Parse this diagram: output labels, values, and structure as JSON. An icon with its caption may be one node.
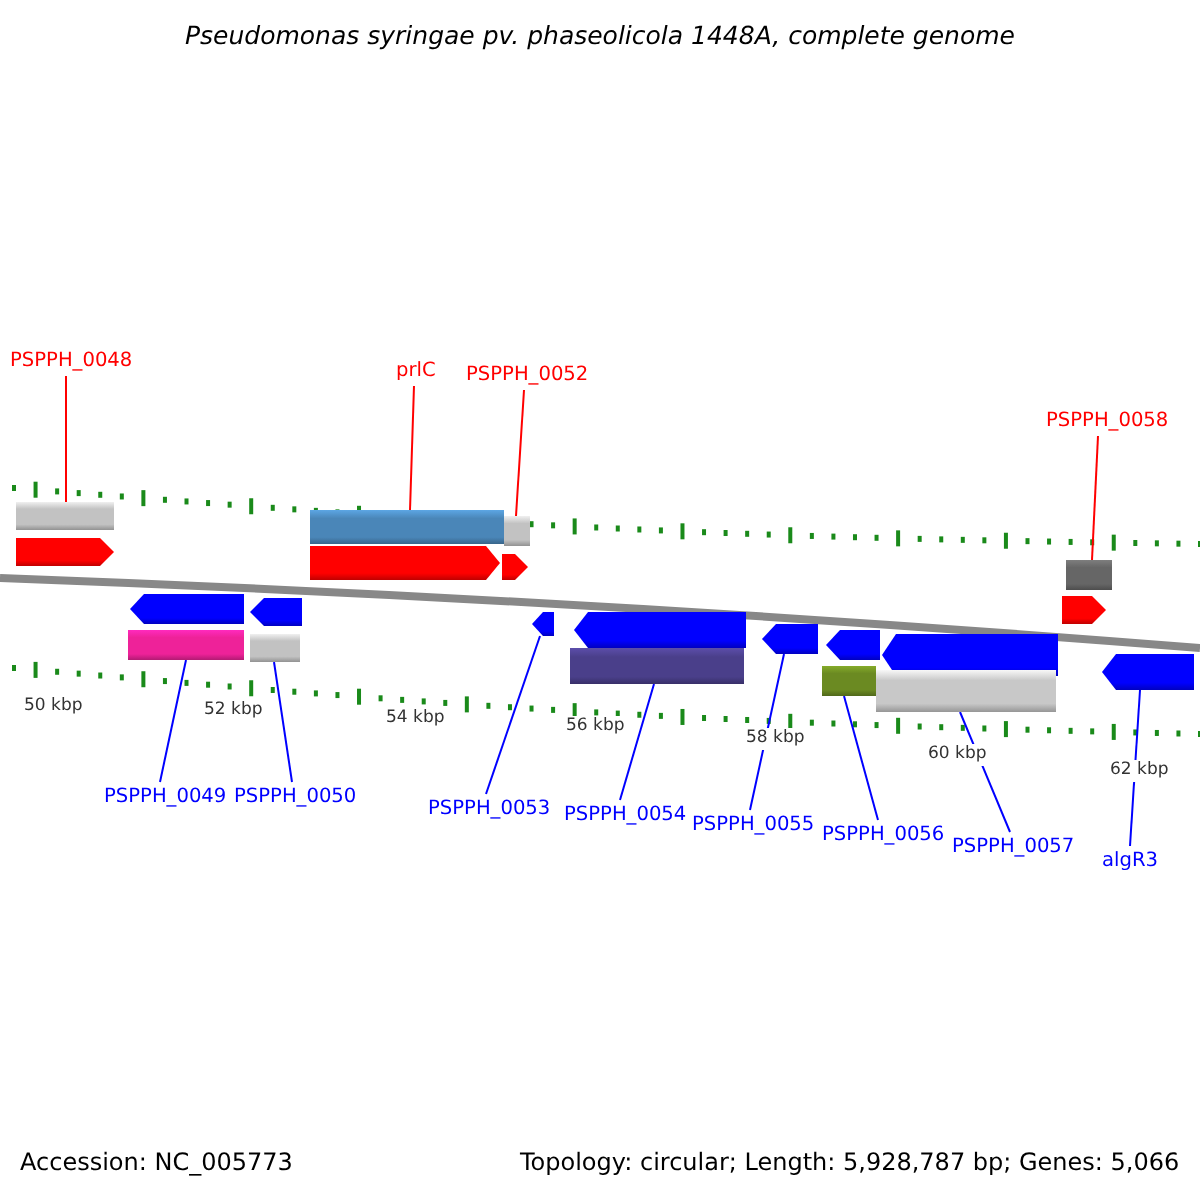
{
  "diagram": {
    "title": "Pseudomonas syringae pv. phaseolicola 1448A, complete genome",
    "nodes": [
      {
        "text": [
          "PSPPH_0048"
        ]
      },
      {
        "text": [
          "prlC"
        ]
      },
      {
        "text": [
          "PSPPH_0052"
        ]
      },
      {
        "text": [
          "PSPPH_0058"
        ]
      },
      {
        "text": [],
        "shape": "bar"
      },
      {
        "text": [],
        "shape": "bar"
      },
      {
        "text": [],
        "shape": "bar"
      },
      {
        "text": [],
        "shape": "bar"
      },
      {
        "text": [],
        "shape": "bar"
      },
      {
        "text": [],
        "shape": "bar"
      },
      {
        "text": [],
        "shape": "bar"
      },
      {
        "text": [],
        "shape": "bar"
      },
      {
        "text": [],
        "shape": "bar"
      },
      {
        "text": [],
        "shape": "bar"
      },
      {
        "text": [],
        "shape": "bar"
      },
      {
        "text": [],
        "shape": "bar"
      },
      {
        "text": [],
        "shape": "bar"
      },
      {
        "text": [],
        "shape": "bar"
      },
      {
        "text": [],
        "shape": "bar"
      },
      {
        "text": [],
        "shape": "bar"
      },
      {
        "text": [],
        "shape": "bar"
      },
      {
        "text": [],
        "shape": "bar"
      },
      {
        "text": [],
        "shape": "bar"
      },
      {
        "text": [],
        "shape": "bar"
      },
      {
        "text": [],
        "shape": "bar"
      },
      {
        "text": [
          "PSPPH_0049"
        ]
      },
      {
        "text": [
          "PSPPH_0050"
        ]
      },
      {
        "text": [
          "PSPPH_0053"
        ]
      },
      {
        "text": [
          "PSPPH_0054"
        ]
      },
      {
        "text": [
          "PSPPH_0055"
        ]
      },
      {
        "text": [
          "PSPPH_0056"
        ]
      },
      {
        "text": [
          "PSPPH_0057"
        ]
      },
      {
        "text": [
          "algR3"
        ]
      }
    ],
    "edges": [
      {
        "from": 0,
        "to": 4,
        "arrow": "none",
        "color": "#ff0000"
      },
      {
        "from": 1,
        "to": 5,
        "arrow": "none",
        "color": "#ff0000"
      },
      {
        "from": 2,
        "to": 6,
        "arrow": "none",
        "color": "#ff0000"
      },
      {
        "from": 3,
        "to": 7,
        "arrow": "none",
        "color": "#ff0000"
      },
      {
        "from": 25,
        "to": 20,
        "arrow": "none"
      },
      {
        "from": 26,
        "to": 21,
        "arrow": "none"
      },
      {
        "from": 27,
        "to": 14,
        "arrow": "none"
      },
      {
        "from": 28,
        "to": 22,
        "arrow": "none"
      },
      {
        "from": 29,
        "to": 16,
        "arrow": "none"
      },
      {
        "from": 30,
        "to": 23,
        "arrow": "none"
      },
      {
        "from": 31,
        "to": 24,
        "arrow": "none"
      },
      {
        "from": 32,
        "to": 19,
        "arrow": "none"
      }
    ],
    "labels": [
      "50 kbp",
      "52 kbp",
      "54 kbp",
      "56 kbp",
      "58 kbp",
      "60 kbp",
      "62 kbp",
      "Accession: NC_005773",
      "Topology: circular; Length: 5,928,787 bp; Genes: 5,066"
    ]
  }
}
